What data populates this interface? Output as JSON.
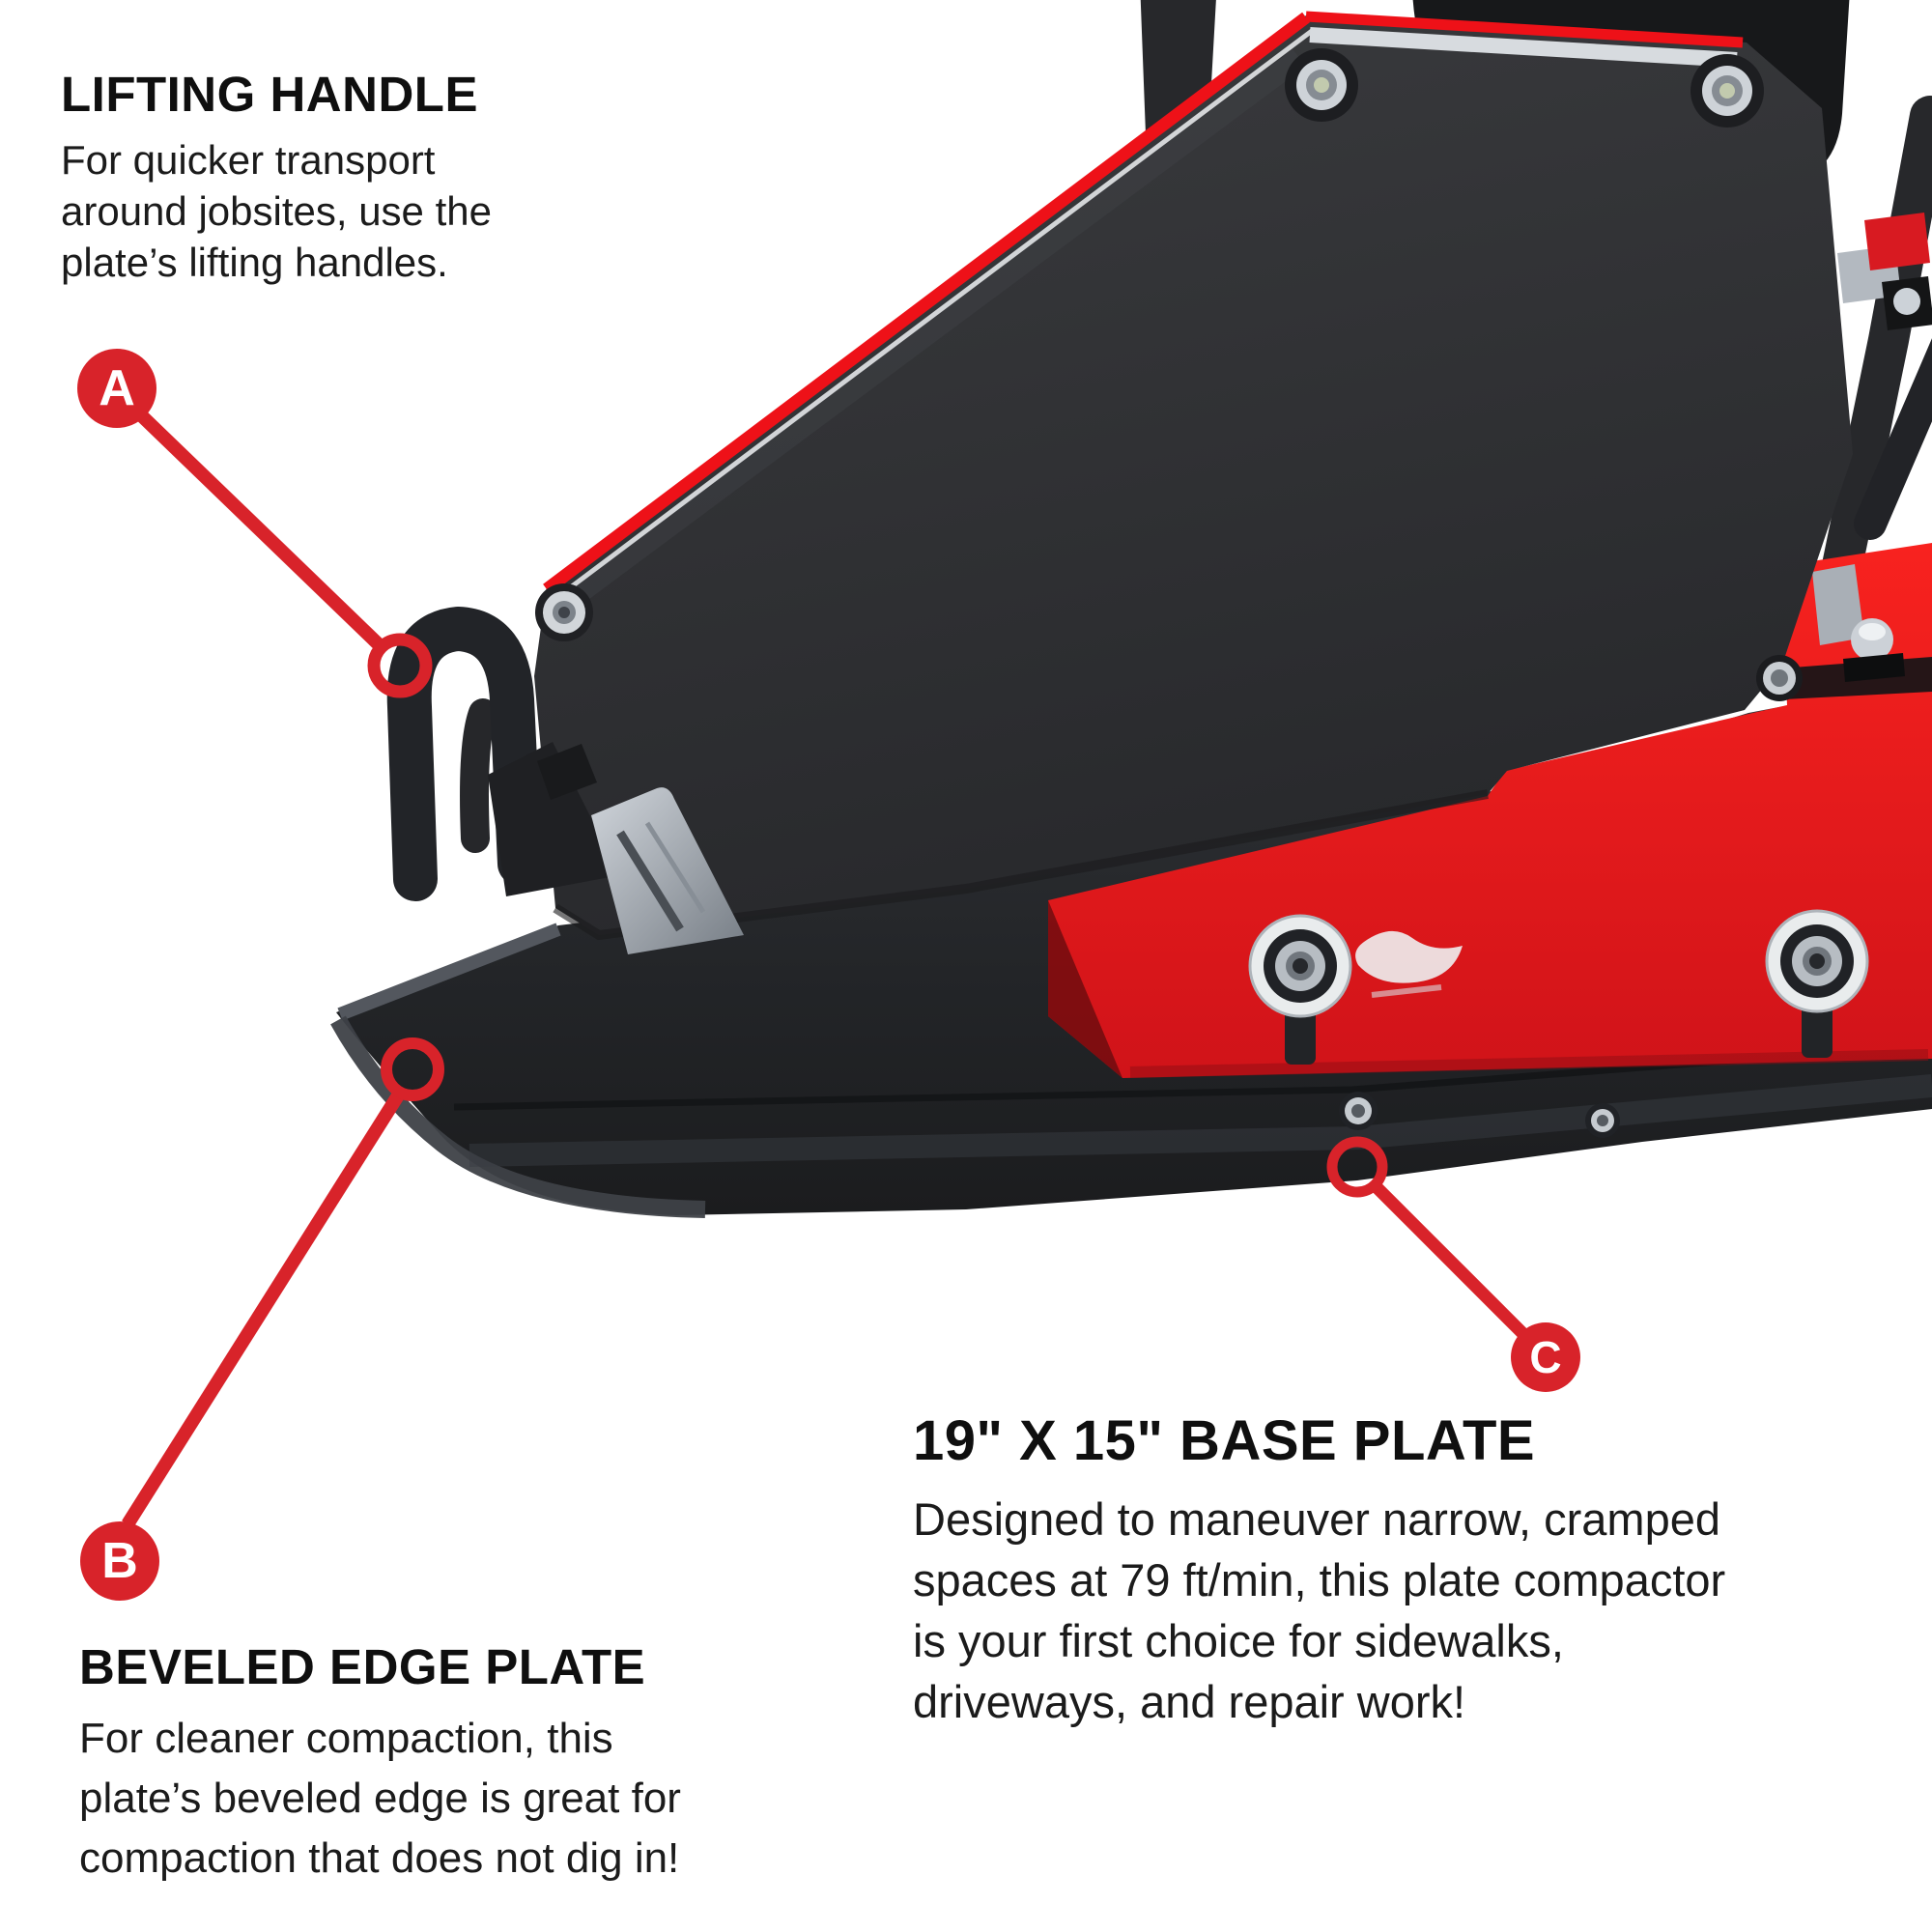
{
  "image_type": "product feature infographic",
  "product": "plate compactor",
  "colors": {
    "background": "#ffffff",
    "marker_red": "#d8232a",
    "leader_line_red": "#d8232a",
    "machine_stripe_red": "#ee1118",
    "machine_body_red": "#e81b22",
    "belt_cover_dark": "#303134",
    "base_plate_dark": "#222428",
    "text_dark": "#141414"
  },
  "callouts": {
    "lifting_handle": {
      "marker": "A",
      "title": "LIFTING HANDLE",
      "body": "For quicker transport\naround jobsites, use the\nplate’s lifting handles."
    },
    "beveled_edge": {
      "marker": "B",
      "title": "BEVELED EDGE PLATE",
      "body": "For cleaner compaction, this\nplate’s beveled edge is great for\ncompaction that does not dig in!"
    },
    "base_plate": {
      "marker": "C",
      "title": "19\" X 15\" BASE PLATE",
      "body": "Designed to maneuver narrow, cramped\nspaces at 79 ft/min, this plate compactor\nis your first choice for sidewalks,\ndriveways, and repair work!"
    }
  }
}
